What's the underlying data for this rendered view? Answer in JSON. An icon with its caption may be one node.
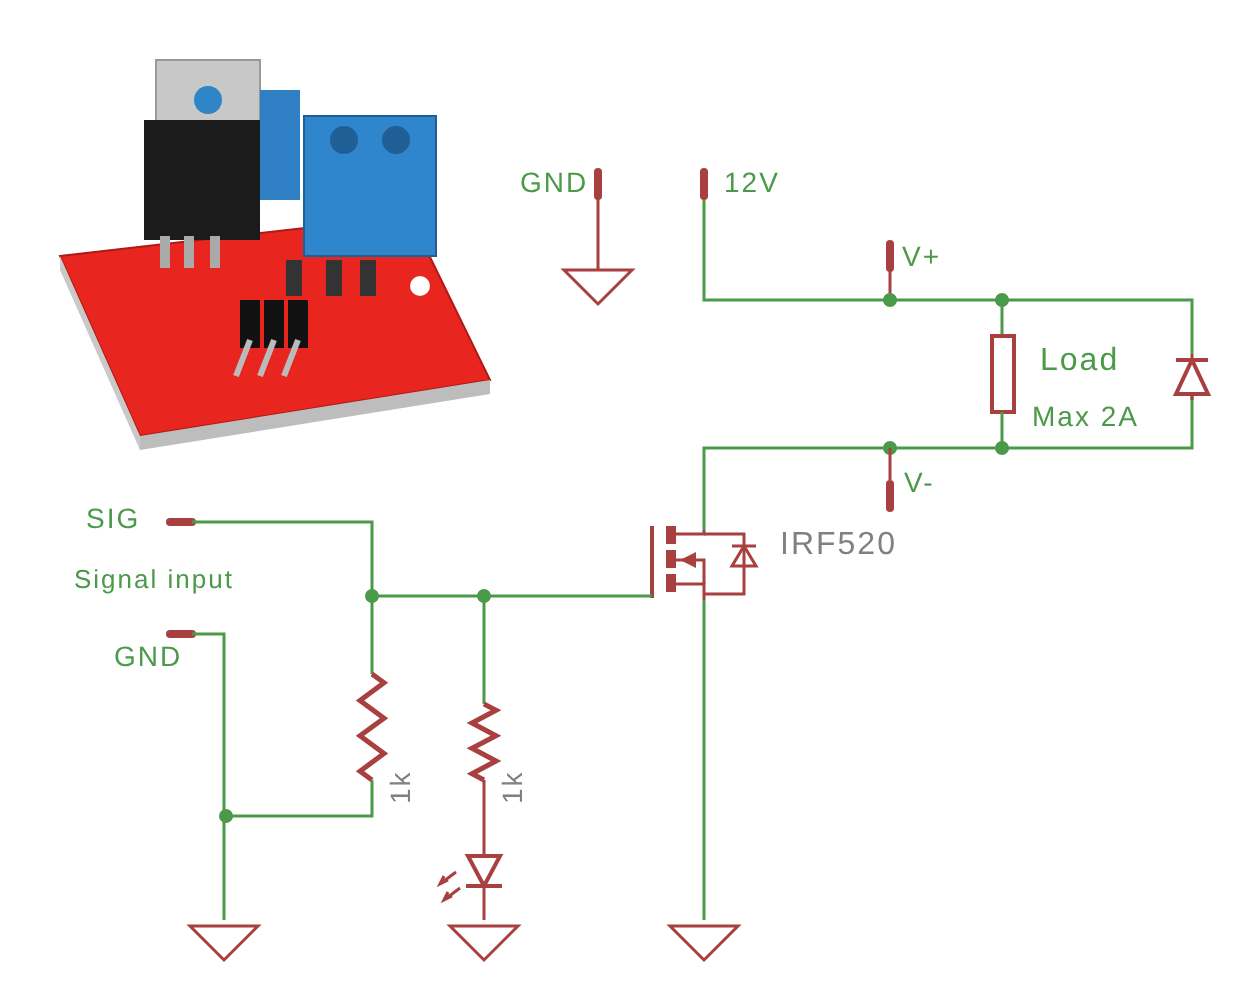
{
  "diagram": {
    "labels": [
      "GND",
      "12V",
      "V+",
      "Load",
      "Max 2A",
      "V-",
      "SIG",
      "IRF520",
      "Signal input",
      "GND",
      "1k",
      "1k"
    ]
  }
}
